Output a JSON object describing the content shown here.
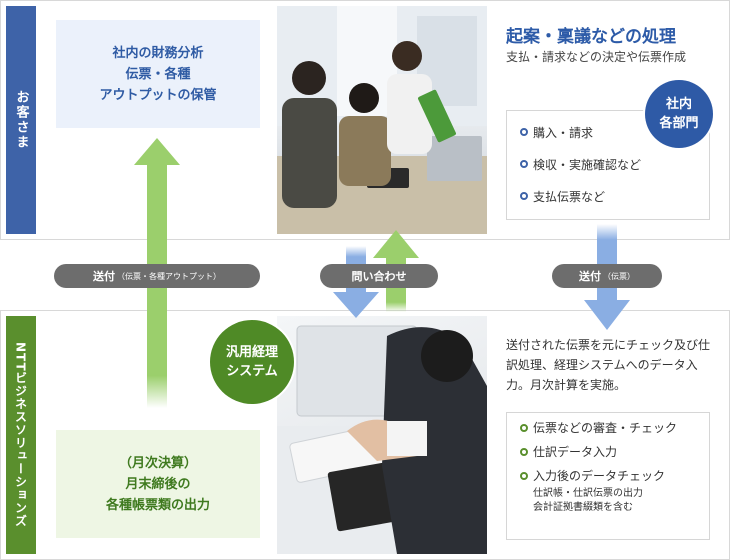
{
  "colors": {
    "customer_blue": "#3e63a8",
    "ntt_green": "#5a8f2d",
    "arrow_green": "#9bcf6c",
    "arrow_blue": "#8aaee3",
    "pill_gray": "#6d6d6d"
  },
  "top": {
    "side_label": "お客さま",
    "left_box": [
      "社内の財務分析",
      "伝票・各種",
      "アウトプットの保管"
    ],
    "title": "起案・稟議などの処理",
    "subtitle": "支払・請求などの決定や伝票作成",
    "circle": [
      "社内",
      "各部門"
    ],
    "list": [
      "購入・請求",
      "検収・実施確認など",
      "支払伝票など"
    ]
  },
  "middle": {
    "send_left": {
      "main": "送付",
      "note": "（伝票・各種アウトプット）"
    },
    "inquiry": "問い合わせ",
    "send_right": {
      "main": "送付",
      "note": "（伝票）"
    }
  },
  "bottom": {
    "side_label": "NTTビジネスソリューションズ",
    "circle": [
      "汎用経理",
      "システム"
    ],
    "description": "送付された伝票を元にチェック及び仕訳処理、経理システムへのデータ入力。月次計算を実施。",
    "list": [
      {
        "text": "伝票などの審査・チェック"
      },
      {
        "text": "仕訳データ入力"
      },
      {
        "text": "入力後のデータチェック",
        "notes": [
          "仕訳帳・仕訳伝票の出力",
          "会計証拠書綴類を含む"
        ]
      }
    ],
    "left_box": [
      "（月次決算）",
      "月末締後の",
      "各種帳票類の出力"
    ]
  }
}
